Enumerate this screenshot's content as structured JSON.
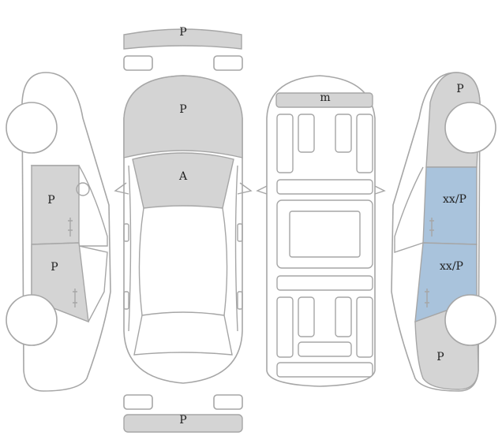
{
  "colors": {
    "marked": "#d4d4d4",
    "highlight": "#a9c3dc",
    "outline": "#a6a6a6",
    "background": "#ffffff"
  },
  "labels": {
    "front_bumper": "P",
    "hood": "P",
    "windshield": "A",
    "roof_front": "m",
    "left_front_door": "P",
    "left_rear_door": "P",
    "right_rear_quarter": "P",
    "right_rear_door": "xx/P",
    "right_front_door": "xx/P",
    "right_front_fender": "P",
    "rear_bumper": "P"
  }
}
